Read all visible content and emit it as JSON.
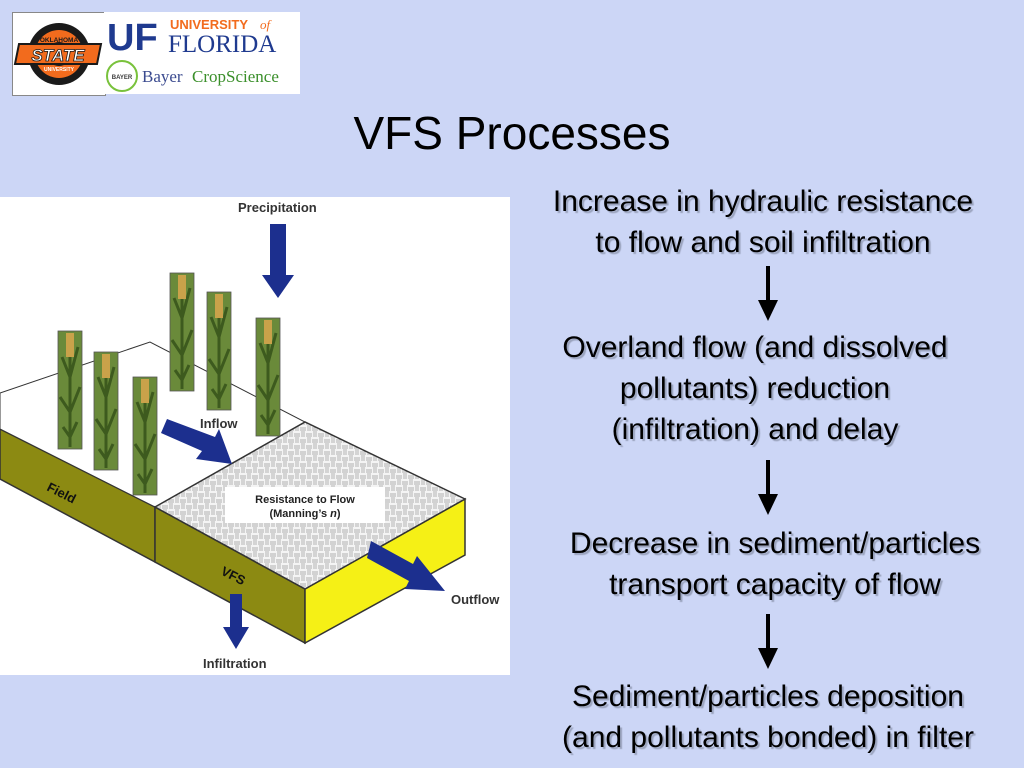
{
  "slide": {
    "title": "VFS Processes"
  },
  "logos": {
    "osu_line1": "OKLAHOMA",
    "osu_line2": "STATE",
    "osu_line3": "UNIVERSITY",
    "uf_mark": "UF",
    "uf_line1": "UNIVERSITY",
    "uf_of": "of",
    "uf_line2": "FLORIDA",
    "bayer_cross": "BAYER",
    "bayer_name": "Bayer",
    "cropscience": "CropScience"
  },
  "diagram": {
    "precipitation": "Precipitation",
    "inflow": "Inflow",
    "field": "Field",
    "resistance_line1": "Resistance to Flow",
    "resistance_line2": "(Manning’s ",
    "resistance_n": "n",
    "resistance_close": ")",
    "vfs": "VFS",
    "outflow": "Outflow",
    "infiltration": "Infiltration"
  },
  "steps": [
    {
      "lines": [
        "Increase in hydraulic resistance",
        "to flow and soil infiltration"
      ]
    },
    {
      "lines": [
        "Overland flow (and dissolved",
        "pollutants) reduction",
        "(infiltration) and delay"
      ]
    },
    {
      "lines": [
        "Decrease in sediment/particles",
        "transport capacity of flow"
      ]
    },
    {
      "lines": [
        "Sediment/particles deposition",
        "(and pollutants bonded) in filter"
      ]
    }
  ],
  "colors": {
    "background": "#ccd6f6",
    "soil_yellow": "#f5f016",
    "soil_olive": "#8c8a12",
    "arrow_navy": "#1c2f8e",
    "osu_orange": "#f26b1d",
    "uf_blue": "#1f3a8f",
    "crop_green": "#79c23c"
  },
  "icons": {
    "osu": "oklahoma-state-logo",
    "uf": "university-of-florida-logo",
    "bayer": "bayer-cross-logo",
    "flow": "arrow-down-icon"
  }
}
